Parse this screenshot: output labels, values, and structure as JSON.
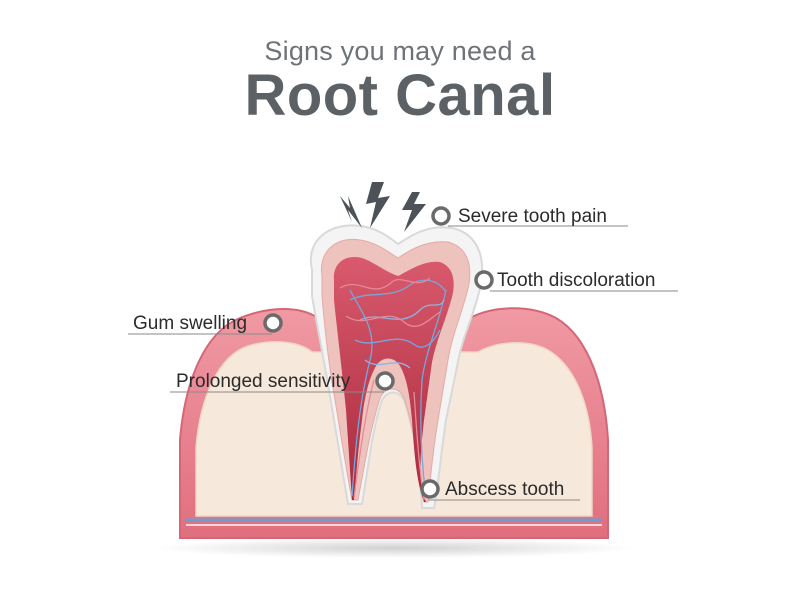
{
  "header": {
    "subtitle": "Signs you may need a",
    "title": "Root Canal"
  },
  "labels": {
    "severe_pain": "Severe tooth pain",
    "discoloration": "Tooth discoloration",
    "gum_swelling": "Gum swelling",
    "sensitivity": "Prolonged sensitivity",
    "abscess": "Abscess tooth"
  },
  "colors": {
    "gum": "#e8828e",
    "bone": "#f5e7d8",
    "enamel": "#f1f1f1",
    "dentin": "#ecc6bd",
    "pulp": "#c0384a",
    "nerve_blue": "#6f9bd1",
    "title_gray": "#5c6166"
  }
}
